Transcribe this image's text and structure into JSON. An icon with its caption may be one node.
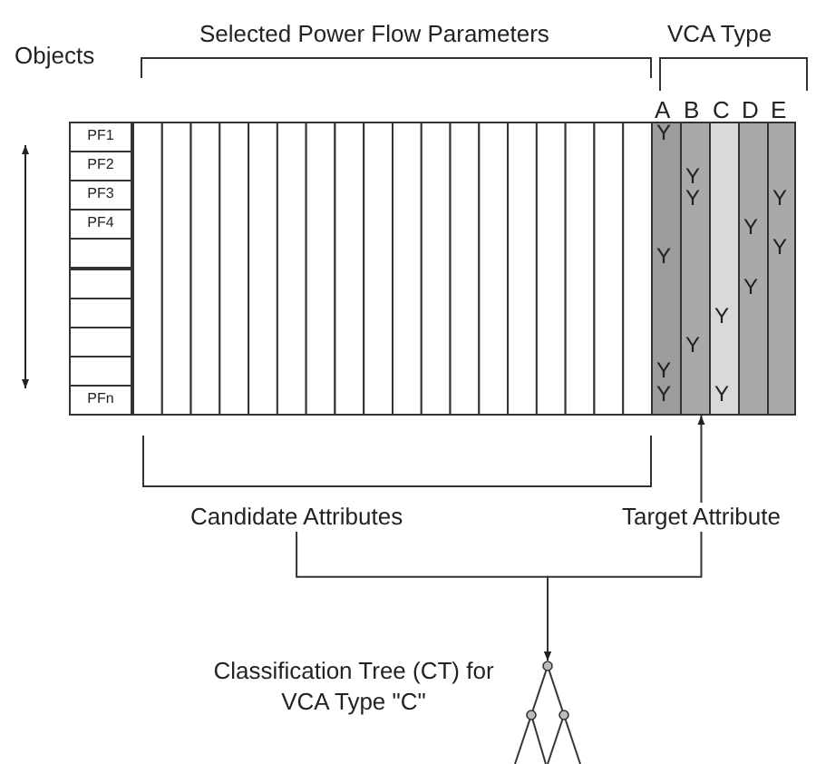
{
  "diagram": {
    "nodes": [
      {
        "text": [
          "Candidate Attributes"
        ]
      },
      {
        "text": [
          "Target Attribute"
        ]
      },
      {
        "text": [],
        "shape": "picture",
        "beside": [
          "Classification Tree (CT) for VCA Type \"C\""
        ]
      },
      {
        "text": [],
        "shape": "bar"
      }
    ],
    "edges": [
      {
        "from": 0,
        "to": 2,
        "arrow": "to"
      },
      {
        "from": 1,
        "to": 2,
        "arrow": "to"
      },
      {
        "from": 1,
        "to": 3,
        "arrow": "to"
      }
    ],
    "labels": [
      "Objects",
      "Selected Power Flow Parameters",
      "VCA Type",
      "A",
      "B",
      "C",
      "D",
      "E",
      "PF1",
      "Y",
      "PF2",
      "Y",
      "PF3",
      "Y",
      "Y",
      "PF4",
      "Y",
      "Y",
      "Y",
      "Y",
      "Y",
      "Y",
      "Y",
      "PFn",
      "Y",
      "Y"
    ]
  }
}
